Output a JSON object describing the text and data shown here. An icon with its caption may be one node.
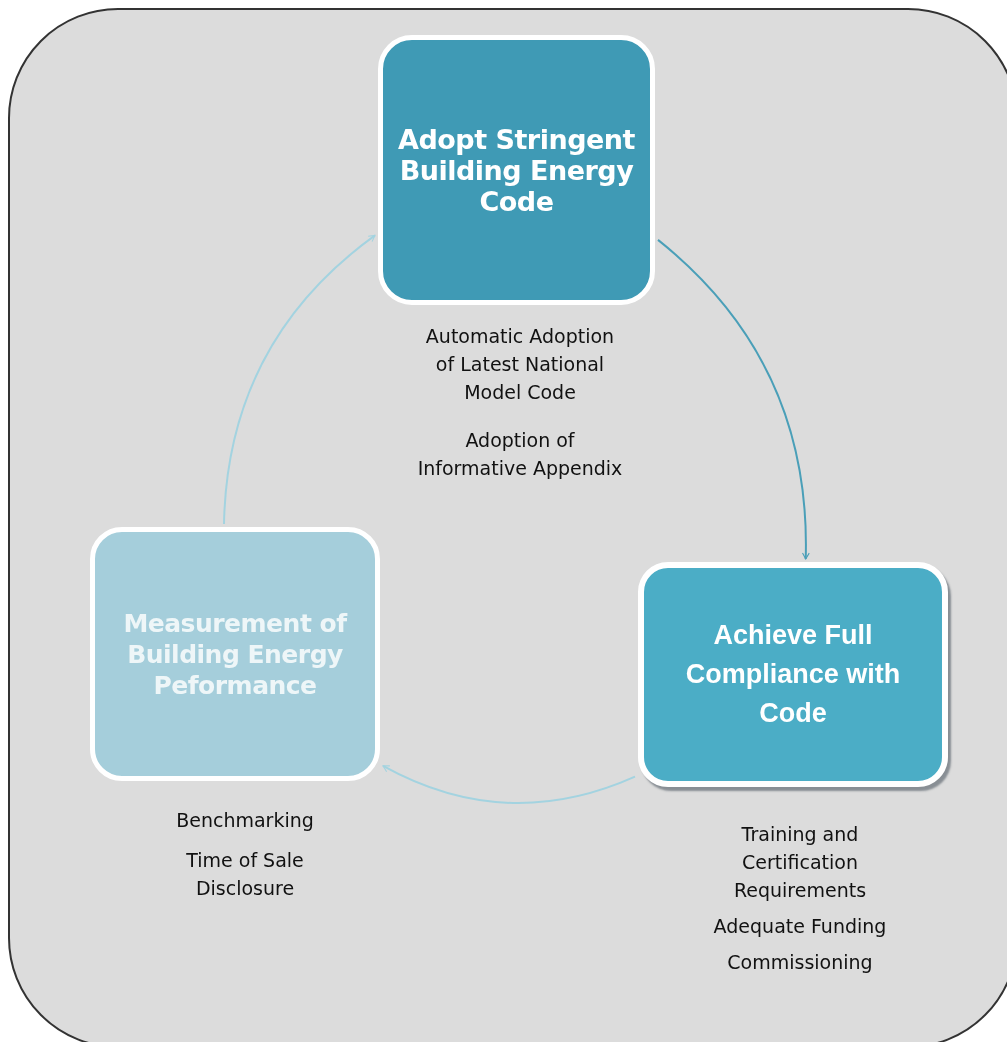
{
  "diagram": {
    "nodes": [
      {
        "text": [
          "Adopt Stringent Building Energy Code"
        ],
        "beside": [
          "Automatic Adoption of Latest National Model Code",
          "Adoption of Informative Appendix"
        ]
      },
      {
        "text": [
          "Achieve Full Compliance with Code"
        ],
        "beside": [
          "Training and Certification Requirements",
          "Adequate Funding",
          "Commissioning"
        ]
      },
      {
        "text": [
          "Measurement of Building Energy Peformance"
        ],
        "beside": [
          "Benchmarking",
          "Time of Sale Disclosure"
        ]
      }
    ],
    "edges": [
      {
        "from": 0,
        "to": 1,
        "arrow": "to",
        "color": "#4a9fb8"
      },
      {
        "from": 1,
        "to": 2,
        "arrow": "to"
      },
      {
        "from": 2,
        "to": 0,
        "arrow": "to"
      }
    ]
  }
}
